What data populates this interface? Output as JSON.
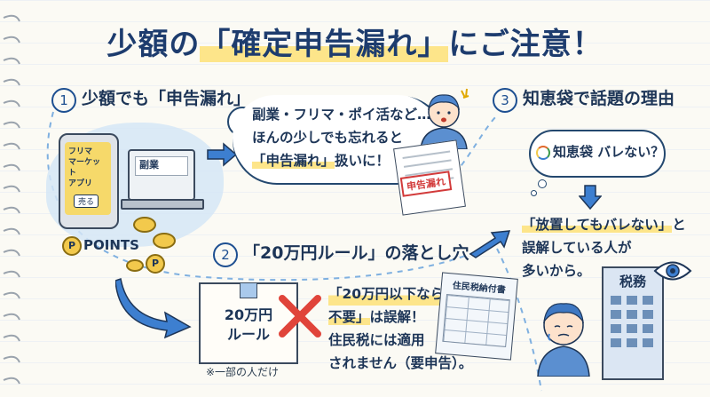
{
  "title": {
    "prefix": "少額の",
    "highlight": "「確定申告漏れ」",
    "suffix": "にご注意！"
  },
  "section1": {
    "number": "1",
    "label": "少額でも「申告漏れ」",
    "phone_app_text": "フリマ\nマーケット\nアプリ",
    "phone_button": "売る",
    "laptop_text": "副業",
    "points_text": "POINTS",
    "coin_symbol": "P",
    "bubble_line1": "副業・フリマ・ポイ活など…",
    "bubble_line2": "ほんの少しでも忘れると",
    "bubble_line3_hl": "「申告漏れ」",
    "bubble_line3_rest": "扱いに！",
    "stamp": "申告漏れ"
  },
  "section2": {
    "number": "2",
    "label": "「20万円ルール」の落とし穴",
    "box_line1": "20万円",
    "box_line2": "ルール",
    "footnote": "※一部の人だけ",
    "text_line1_hl": "「20万円以下なら",
    "text_line2_hl": "不要」",
    "text_line2_rest": "は誤解！",
    "text_line3": "住民税には適用",
    "text_line4": "されません（要申告）。",
    "doc_title": "住民税納付書"
  },
  "section3": {
    "number": "3",
    "label": "知恵袋で話題の理由",
    "thought_brand": "知恵袋",
    "thought_rest": "バレない？",
    "text_line1_hl": "「放置してもバレない」",
    "text_line1_rest": "と",
    "text_line2": "誤解している人が",
    "text_line3": "多いから。",
    "building_label": "税務"
  },
  "colors": {
    "accent": "#1d4f91",
    "highlight": "#fde58a",
    "cross": "#e0443a",
    "arrow": "#3d7fd0"
  }
}
